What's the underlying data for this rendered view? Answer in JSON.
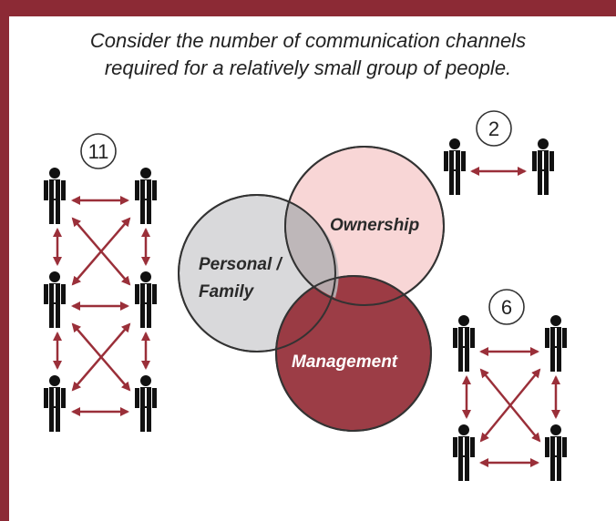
{
  "caption": {
    "line1": "Consider the number of communication channels",
    "line2": "required for a relatively small group of people."
  },
  "venn": {
    "personal_line1": "Personal /",
    "personal_line2": "Family",
    "ownership": "Ownership",
    "management": "Management"
  },
  "groups": {
    "left_count": "11",
    "top_right_count": "2",
    "bottom_right_count": "6"
  },
  "colors": {
    "frame": "#8c2a35",
    "arrow": "#9a2f39",
    "person": "#111111",
    "personal_fill": "#d9d9db",
    "ownership_fill": "#f7d3d3",
    "management_fill": "#97333c"
  },
  "icons": [
    "person-icon",
    "double-arrow-icon"
  ]
}
